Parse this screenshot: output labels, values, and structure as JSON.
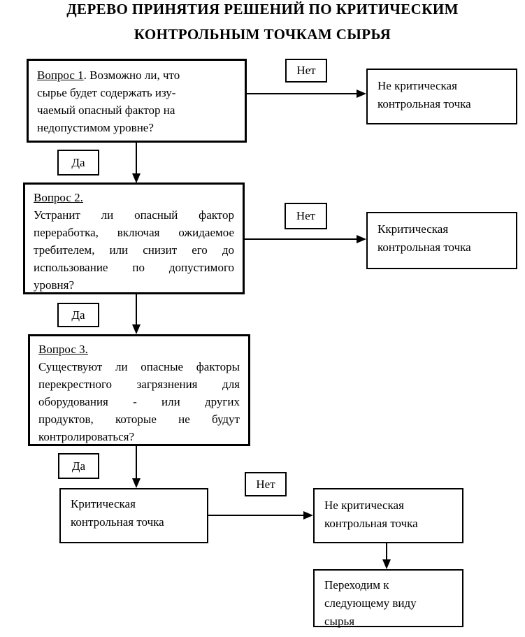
{
  "title": {
    "line1": "ДЕРЕВО ПРИНЯТИЯ РЕШЕНИЙ ПО КРИТИЧЕСКИМ",
    "line2": "КОНТРОЛЬНЫМ ТОЧКАМ СЫРЬЯ"
  },
  "colors": {
    "background": "#ffffff",
    "line": "#000000",
    "text": "#000000"
  },
  "questions": {
    "q1": {
      "heading": "Вопрос 1",
      "heading_rest": ". Возможно ли, что",
      "lines": [
        "сырье будет содержать изу-",
        "чаемый опасный фактор на",
        "недопустимом уровне?"
      ]
    },
    "q2": {
      "heading": "Вопрос 2.",
      "lines": [
        "Устранит ли опасный фактор",
        "переработка, включая ожидаемое",
        "требителем, или снизит его до",
        "использование по допустимого",
        "уровня?"
      ]
    },
    "q3": {
      "heading": "Вопрос 3.",
      "lines": [
        "Существуют ли опасные факторы",
        "перекрестного загрязнения для",
        "оборудования - или других",
        "продуктов, которые не будут",
        "контролироваться?"
      ]
    }
  },
  "answers": {
    "no1": "Нет",
    "yes1": "Да",
    "no2": "Нет",
    "yes2": "Да",
    "no3": "Нет",
    "yes3": "Да"
  },
  "outcomes": {
    "not_ccp_top": {
      "lines": [
        "Не критическая",
        "контрольная точка"
      ]
    },
    "ccp_mid": {
      "lines": [
        "Ккритическая",
        "контрольная точка"
      ]
    },
    "ccp_bottom": {
      "lines": [
        "Критическая",
        "контрольная точка"
      ]
    },
    "not_ccp_bottom": {
      "lines": [
        "Не критическая",
        "контрольная точка"
      ]
    },
    "next_step": {
      "lines": [
        "Переходим к",
        "следующему виду",
        "сырья"
      ]
    }
  }
}
